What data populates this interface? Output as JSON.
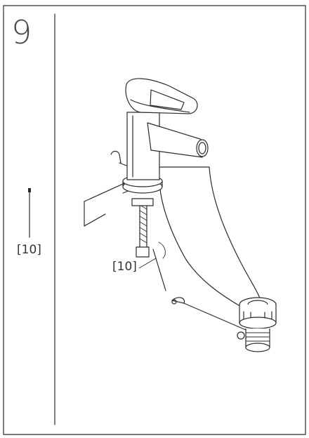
{
  "step": {
    "number": "9"
  },
  "sidebar": {
    "part_label": "[10]"
  },
  "diagram": {
    "callout_label": "[10]"
  }
}
